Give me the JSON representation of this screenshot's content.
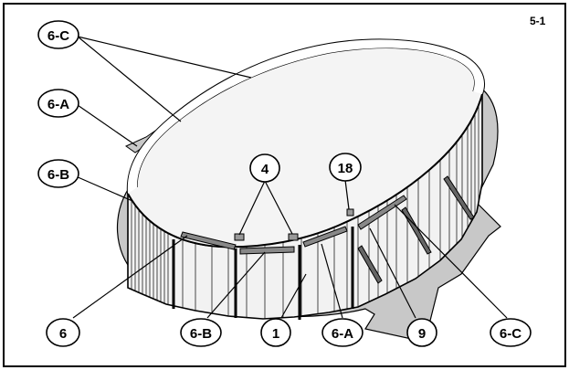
{
  "figure": {
    "number": "5-1"
  },
  "callouts": [
    {
      "id": "c-6c-top",
      "label": "6-C"
    },
    {
      "id": "c-6a-left",
      "label": "6-A"
    },
    {
      "id": "c-6b-left",
      "label": "6-B"
    },
    {
      "id": "c-4",
      "label": "4"
    },
    {
      "id": "c-18",
      "label": "18"
    },
    {
      "id": "c-6-bottom",
      "label": "6"
    },
    {
      "id": "c-6b-bottom",
      "label": "6-B"
    },
    {
      "id": "c-1",
      "label": "1"
    },
    {
      "id": "c-6a-bottom",
      "label": "6-A"
    },
    {
      "id": "c-9",
      "label": "9"
    },
    {
      "id": "c-6c-bottom",
      "label": "6-C"
    }
  ],
  "colors": {
    "outline": "#000000",
    "ground": "#c8c8c8",
    "wall_light": "#f2f2f2",
    "wall_shadow": "#dedede"
  }
}
